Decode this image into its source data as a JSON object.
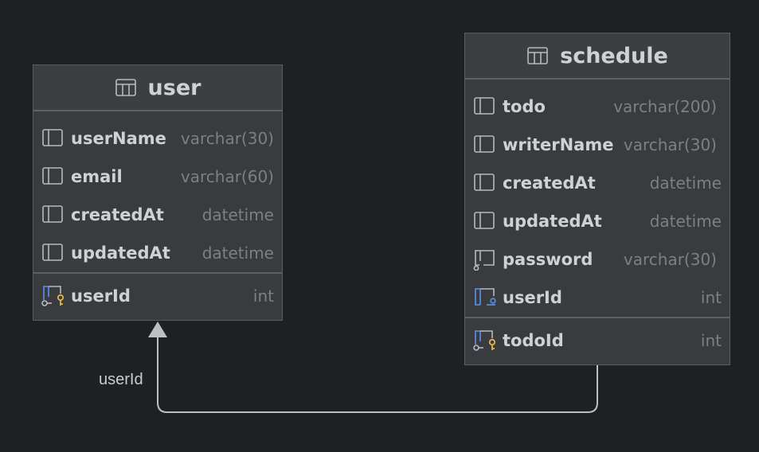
{
  "tables": {
    "user": {
      "name": "user",
      "columns": [
        {
          "name": "userName",
          "type": "varchar(30)"
        },
        {
          "name": "email",
          "type": "varchar(60)"
        },
        {
          "name": "createdAt",
          "type": "datetime"
        },
        {
          "name": "updatedAt",
          "type": "datetime"
        }
      ],
      "primary_key": {
        "name": "userId",
        "type": "int"
      }
    },
    "schedule": {
      "name": "schedule",
      "columns": [
        {
          "name": "todo",
          "type": "varchar(200)"
        },
        {
          "name": "writerName",
          "type": "varchar(30)"
        },
        {
          "name": "createdAt",
          "type": "datetime"
        },
        {
          "name": "updatedAt",
          "type": "datetime"
        },
        {
          "name": "password",
          "type": "varchar(30)"
        },
        {
          "name": "userId",
          "type": "int"
        }
      ],
      "primary_key": {
        "name": "todoId",
        "type": "int"
      }
    }
  },
  "relationship": {
    "label": "userId",
    "from": "schedule",
    "to": "user"
  },
  "colors": {
    "background": "#1f2023",
    "table_fill": "#393b3e",
    "key_gold": "#e0b64a",
    "fk_blue": "#5a87d8"
  }
}
